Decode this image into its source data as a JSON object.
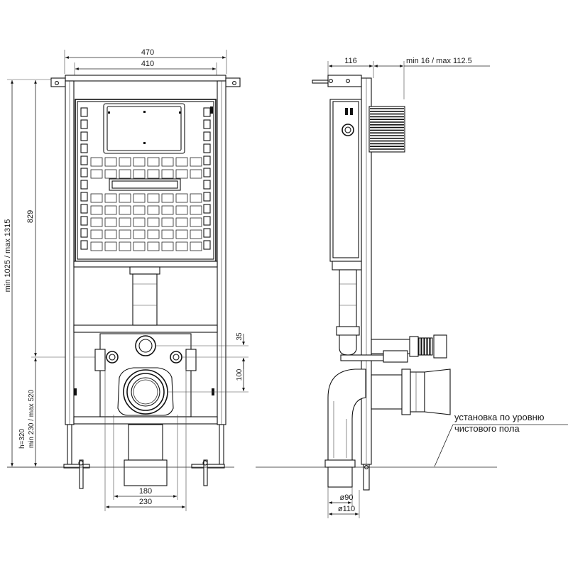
{
  "front_view": {
    "dims": {
      "frame_width_outer": "470",
      "frame_width_inner": "410",
      "total_height_range": "min 1025 / max 1315",
      "tank_height": "829",
      "outlet_height_range": "min 230 / max 520",
      "outlet_height_h": "h=320",
      "inlet_offset": "35",
      "drain_offset": "100",
      "foot_width_inner": "180",
      "foot_width_outer": "230"
    }
  },
  "side_view": {
    "dims": {
      "frame_depth": "116",
      "panel_depth_range": "min 16 / max 112.5",
      "pipe_diameter_small": "ø90",
      "pipe_diameter_large": "ø110"
    },
    "note_line1": "установка по уровню",
    "note_line2": "чистового пола"
  }
}
